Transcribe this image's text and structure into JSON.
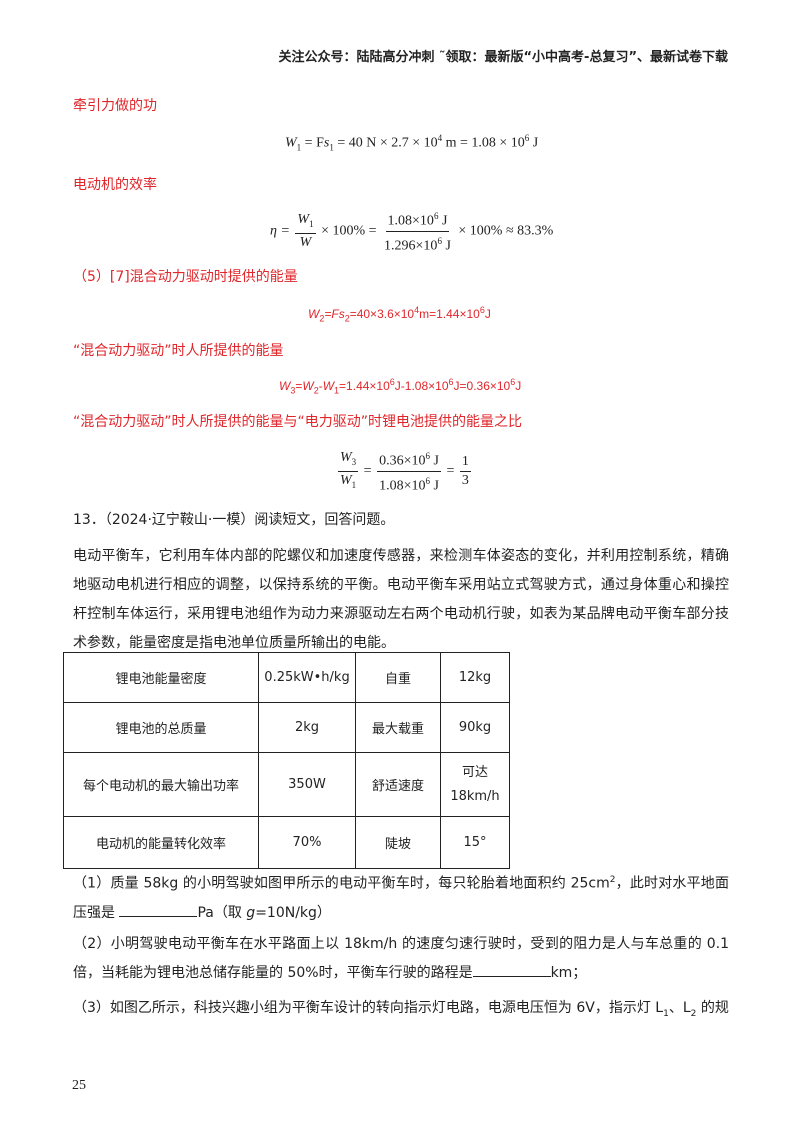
{
  "header": "关注公众号：陆陆高分冲刺 ˜领取：最新版“小中高考-总复习”、最新试卷下载",
  "sections": {
    "traction_work_label": "牵引力做的功",
    "eq1": {
      "lhs": "W",
      "lhs_sub": "1",
      "eq_a": " = F",
      "s": "s",
      "s_sub": "1",
      "rest_a": " = 40 N × 2.7 × 10",
      "exp_a": "4",
      "rest_b": " m = 1.08 × 10",
      "exp_b": "6",
      "rest_c": " J"
    },
    "efficiency_label": "电动机的效率",
    "eq2": {
      "eta": "η = ",
      "f1_num": "W",
      "f1_num_sub": "1",
      "f1_den": "W",
      "mid": " × 100% = ",
      "f2_num": "1.08×10",
      "f2_num_exp": "6",
      "f2_num_unit": " J",
      "f2_den": "1.296×10",
      "f2_den_exp": "6",
      "f2_den_unit": " J",
      "tail": " × 100% ≈ 83.3%"
    },
    "part5_label": "（5）[7]混合动力驱动时提供的能量",
    "eq3": {
      "w2": "W",
      "w2_sub": "2",
      "mid": "=F",
      "s2": "s",
      "s2_sub": "2",
      "a": "=40×3.6×10",
      "exp_a": "4",
      "b": "m=1.44×10",
      "exp_b": "6",
      "c": "J"
    },
    "human_label": "“混合动力驱动”时人所提供的能量",
    "eq4": {
      "w3": "W",
      "w3_sub": "3",
      "eq": "=",
      "w2": "W",
      "w2_sub": "2",
      "minus": "-",
      "w1": "W",
      "w1_sub": "1",
      "a": "=1.44×10",
      "exp_a": "6",
      "b": "J-1.08×10",
      "exp_b": "6",
      "c": "J=0.36×10",
      "exp_c": "6",
      "d": "J"
    },
    "ratio_label": "“混合动力驱动”时人所提供的能量与“电力驱动”时锂电池提供的能量之比",
    "eq5": {
      "f1_num": "W",
      "f1_num_sub": "3",
      "f1_den": "W",
      "f1_den_sub": "1",
      "eq1": " = ",
      "f2_num": "0.36×10",
      "f2_num_exp": "6",
      "f2_num_unit": " J",
      "f2_den": "1.08×10",
      "f2_den_exp": "6",
      "f2_den_unit": " J",
      "eq2": " = ",
      "f3_num": "1",
      "f3_den": "3"
    }
  },
  "question13": {
    "title": "13．（2024·辽宁鞍山·一模）阅读短文，回答问题。",
    "paragraph": "电动平衡车，它利用车体内部的陀螺仪和加速度传感器，来检测车体姿态的变化，并利用控制系统，精确地驱动电机进行相应的调整，以保持系统的平衡。电动平衡车采用站立式驾驶方式，通过身体重心和操控杆控制车体运行，采用锂电池组作为动力来源驱动左右两个电动机行驶，如表为某品牌电动平衡车部分技术参数，能量密度是指电池单位质量所输出的电能。",
    "table": [
      [
        "锂电池能量密度",
        "0.25kW•h/kg",
        "自重",
        "12kg"
      ],
      [
        "锂电池的总质量",
        "2kg",
        "最大载重",
        "90kg"
      ],
      [
        "每个电动机的最大输出功率",
        "350W",
        "舒适速度",
        "可达18km/h"
      ],
      [
        "电动机的能量转化效率",
        "70%",
        "陡坡",
        "15°"
      ]
    ],
    "q1": {
      "a": "（1）质量 58kg 的小明驾驶如图甲所示的电动平衡车时，每只轮胎着地面积约 25cm",
      "a_sup": "2",
      "b": "，此时对水平地面压强是",
      "c": "Pa（取 ",
      "g": "g",
      "d": "=10N/kg）"
    },
    "q2": {
      "a": "（2）小明驾驶电动平衡车在水平路面上以 18km/h 的速度匀速行驶时，受到的阻力是人与车总重的 0.1 倍，当耗能为锂电池总储存能量的 50%时，平衡车行驶的路程是",
      "b": "km；"
    },
    "q3": {
      "a": "（3）如图乙所示，科技兴趣小组为平衡车设计的转向指示灯电路，电源电压恒为 6V，指示灯 L",
      "s1": "1",
      "sep": "、L",
      "s2": "2",
      "b": " 的规"
    }
  },
  "page_number": "25"
}
